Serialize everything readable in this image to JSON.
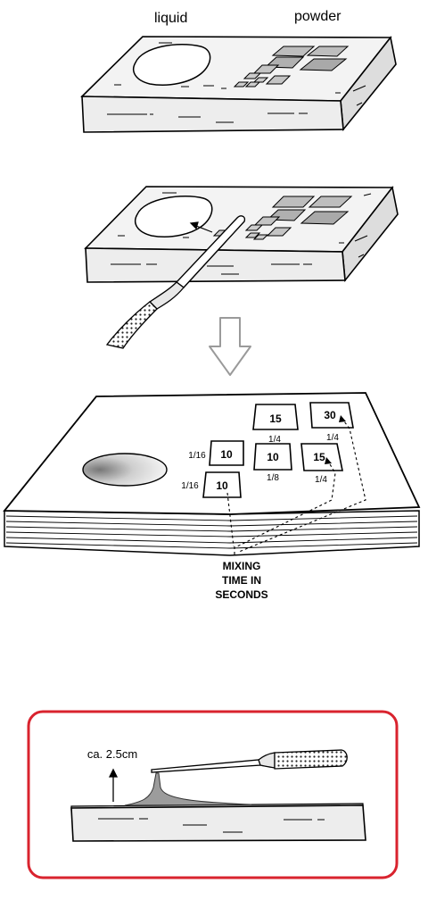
{
  "step1": {
    "liquid_label": "liquid",
    "powder_label": "powder"
  },
  "step3": {
    "portions": [
      {
        "value": "15",
        "fraction": "1/4"
      },
      {
        "value": "30",
        "fraction": "1/4"
      },
      {
        "value": "10",
        "fraction": "1/16"
      },
      {
        "value": "10",
        "fraction": "1/8"
      },
      {
        "value": "15",
        "fraction": "1/4"
      },
      {
        "value": "10",
        "fraction": "1/16"
      }
    ],
    "caption_lines": [
      "MIXING",
      "TIME IN",
      "SECONDS"
    ]
  },
  "step4": {
    "height_label": "ca. 2.5cm",
    "frame_color": "#d9232e"
  }
}
